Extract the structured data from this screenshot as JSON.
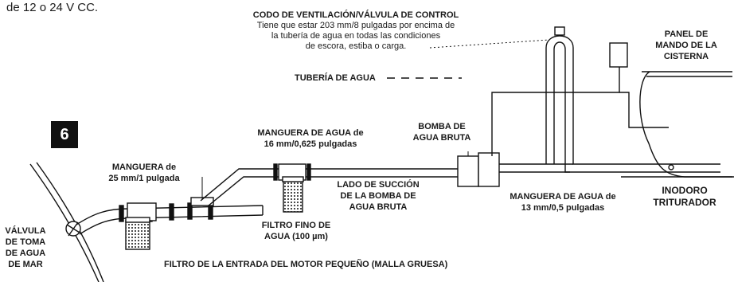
{
  "top_partial": "de 12 o 24 V CC.",
  "step_number": "6",
  "labels": {
    "vent_title": "CODO DE VENTILACIÓN/VÁLVULA DE CONTROL",
    "vent_note_1": "Tiene que estar 203 mm/8 pulgadas por encima de",
    "vent_note_2": "la tubería de agua en todas las condiciones",
    "vent_note_3": "de escora, estiba o carga.",
    "water_pipe": "TUBERÍA DE AGUA",
    "tank_panel_1": "PANEL DE",
    "tank_panel_2": "MANDO DE LA",
    "tank_panel_3": "CISTERNA",
    "hose16_1": "MANGUERA DE AGUA de",
    "hose16_2": "16 mm/0,625 pulgadas",
    "pump_1": "BOMBA DE",
    "pump_2": "AGUA BRUTA",
    "hose25_1": "MANGUERA de",
    "hose25_2": "25 mm/1 pulgada",
    "suction_1": "LADO DE SUCCIÓN",
    "suction_2": "DE LA BOMBA DE",
    "suction_3": "AGUA BRUTA",
    "hose13_1": "MANGUERA DE AGUA de",
    "hose13_2": "13 mm/0,5 pulgadas",
    "toilet_1": "INODORO",
    "toilet_2": "TRITURADOR",
    "fine_filter_1": "FILTRO FINO DE",
    "fine_filter_2": "AGUA (100 µm)",
    "seacock_1": "VÁLVULA",
    "seacock_2": "DE TOMA",
    "seacock_3": "DE AGUA",
    "seacock_4": "DE MAR",
    "engine_filter": "FILTRO DE LA ENTRADA DEL MOTOR PEQUEÑO (MALLA GRUESA)"
  }
}
